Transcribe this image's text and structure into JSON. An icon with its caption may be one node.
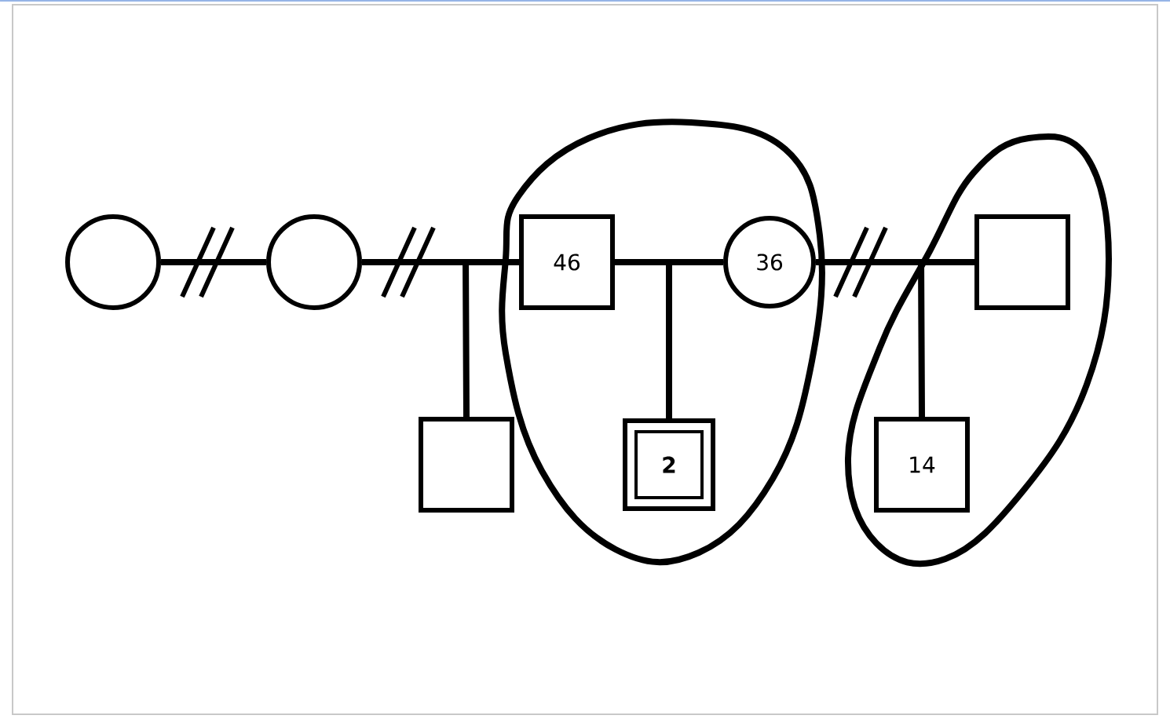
{
  "diagram": {
    "nodes": [
      {
        "text": [],
        "shape": "circle"
      },
      {
        "text": [],
        "shape": "circle"
      },
      {
        "text": [],
        "shape": "oval"
      },
      {
        "text": [
          "46"
        ],
        "in": 2
      },
      {
        "text": [
          "36"
        ],
        "in": 2
      },
      {
        "text": [],
        "shape": "oval"
      },
      {
        "text": [],
        "shape": "box",
        "in": 5
      },
      {
        "text": [],
        "shape": "box"
      },
      {
        "text": [
          "2"
        ],
        "in": 2
      },
      {
        "text": [
          "14"
        ],
        "in": 5
      }
    ],
    "edges": [
      {
        "from": 0,
        "to": 1,
        "arrow": "none"
      },
      {
        "from": 1,
        "to": 7,
        "arrow": "none"
      },
      {
        "from": 3,
        "to": 7,
        "arrow": "none"
      },
      {
        "from": 3,
        "to": 8,
        "arrow": "none"
      },
      {
        "from": 4,
        "to": 8,
        "arrow": "none"
      },
      {
        "from": 4,
        "to": 9,
        "arrow": "none"
      },
      {
        "from": 6,
        "to": 9,
        "arrow": "none"
      }
    ]
  }
}
